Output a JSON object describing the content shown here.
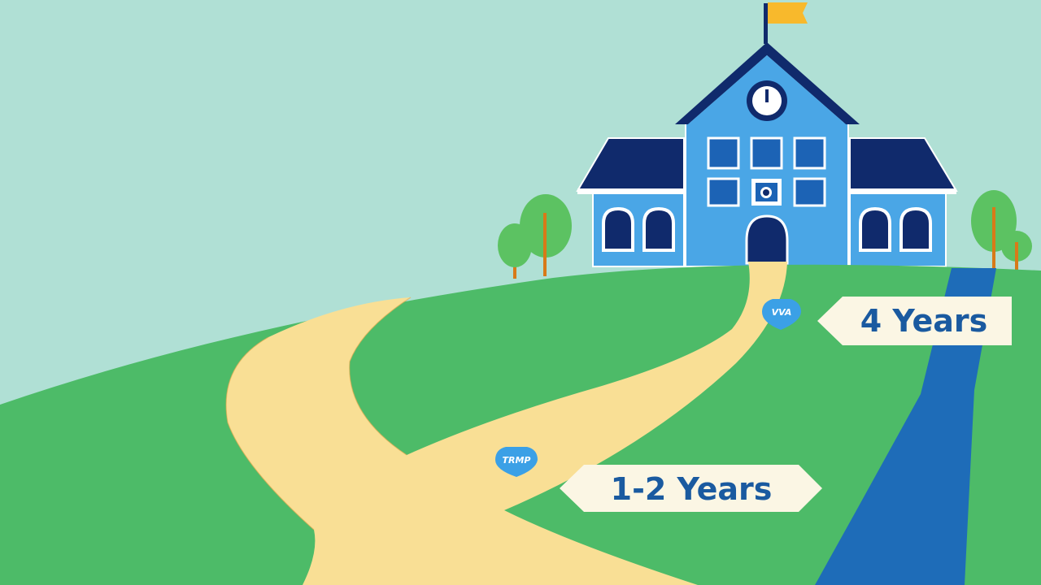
{
  "signs": {
    "four_year": "4 Years",
    "short_path": "1-2 Years"
  },
  "markers": {
    "upper": "VVA",
    "lower": "TRMP"
  },
  "colors": {
    "sky": "#b0e0d5",
    "hill": "#4dbb68",
    "path": "#f9df95",
    "river": "#1e6cb8",
    "school_wall": "#4aa6e6",
    "roof": "#102a6c",
    "flag": "#f8b92c",
    "sign_bg": "#fbf6e4",
    "sign_text": "#1a5aa0"
  },
  "icons": [
    "school-building",
    "flag",
    "clock",
    "tree",
    "path-marker",
    "direction-sign"
  ]
}
